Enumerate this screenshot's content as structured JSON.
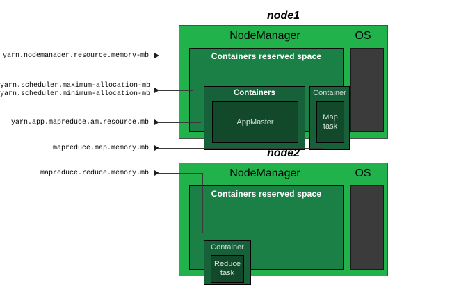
{
  "diagram": {
    "title": "YARN / MapReduce memory configuration properties",
    "colors": {
      "node_green": "#22b24c",
      "reserved_green": "#1b8046",
      "container_green": "#16613a",
      "task_green": "#12492b",
      "os_dark": "#3b3b3b",
      "line": "#3a3a3a",
      "text_dark": "#000000",
      "text_light": "#ffffff"
    }
  },
  "nodes": [
    {
      "title": "node1",
      "nodemanager_label": "NodeManager",
      "os_label": "OS",
      "reserved_label": "Containers reserved space",
      "groups": [
        {
          "label": "Containers",
          "tasks": [
            {
              "label": "AppMaster"
            }
          ]
        },
        {
          "label": "Container",
          "tasks": [
            {
              "label": "Map\ntask"
            }
          ]
        }
      ]
    },
    {
      "title": "node2",
      "nodemanager_label": "NodeManager",
      "os_label": "OS",
      "reserved_label": "Containers reserved space",
      "groups": [
        {
          "label": "Container",
          "tasks": [
            {
              "label": "Reduce\ntask"
            }
          ]
        }
      ]
    }
  ],
  "annotations": [
    {
      "id": "nm-resource-memory",
      "text": "yarn.nodemanager.resource.memory-mb"
    },
    {
      "id": "sched-max-alloc",
      "text": "yarn.scheduler.maximum-allocation-mb"
    },
    {
      "id": "sched-min-alloc",
      "text": "yarn.scheduler.minimum-allocation-mb"
    },
    {
      "id": "am-resource",
      "text": "yarn.app.mapreduce.am.resource.mb"
    },
    {
      "id": "map-memory",
      "text": "mapreduce.map.memory.mb"
    },
    {
      "id": "reduce-memory",
      "text": "mapreduce.reduce.memory.mb"
    }
  ]
}
